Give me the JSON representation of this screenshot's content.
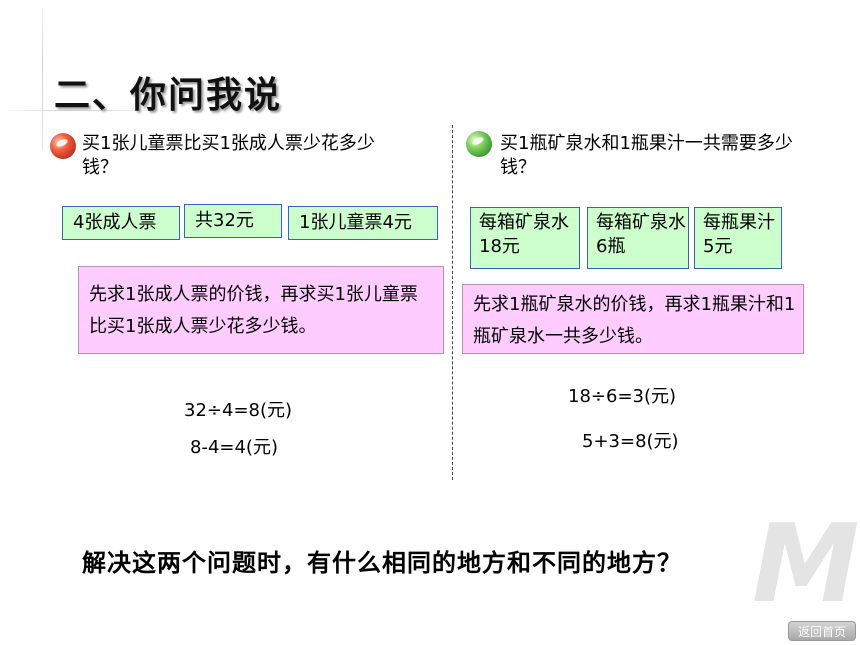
{
  "title": "二、你问我说",
  "left": {
    "question": "买1张儿童票比买1张成人票少花多少钱？",
    "facts": [
      "4张成人票",
      "共32元",
      "1张儿童票4元"
    ],
    "hint": "先求1张成人票的价钱，再求买1张儿童票比买1张成人票少花多少钱。",
    "calc": [
      "32÷4=8(元)",
      "8-4=4(元)"
    ]
  },
  "right": {
    "question": "买1瓶矿泉水和1瓶果汁一共需要多少钱？",
    "facts": [
      "每箱矿泉水18元",
      "每箱矿泉水6瓶",
      "每瓶果汁5元"
    ],
    "hint": "先求1瓶矿泉水的价钱，再求1瓶果汁和1瓶矿泉水一共多少钱。",
    "calc": [
      "18÷6=3(元)",
      "5+3=8(元)"
    ]
  },
  "bottom_question": "解决这两个问题时，有什么相同的地方和不同的地方？",
  "watermark": "M",
  "home_button": "返回首页",
  "colors": {
    "fact_bg": "#ccffcc",
    "fact_border": "#3a64b0",
    "hint_bg": "#ffccff"
  }
}
